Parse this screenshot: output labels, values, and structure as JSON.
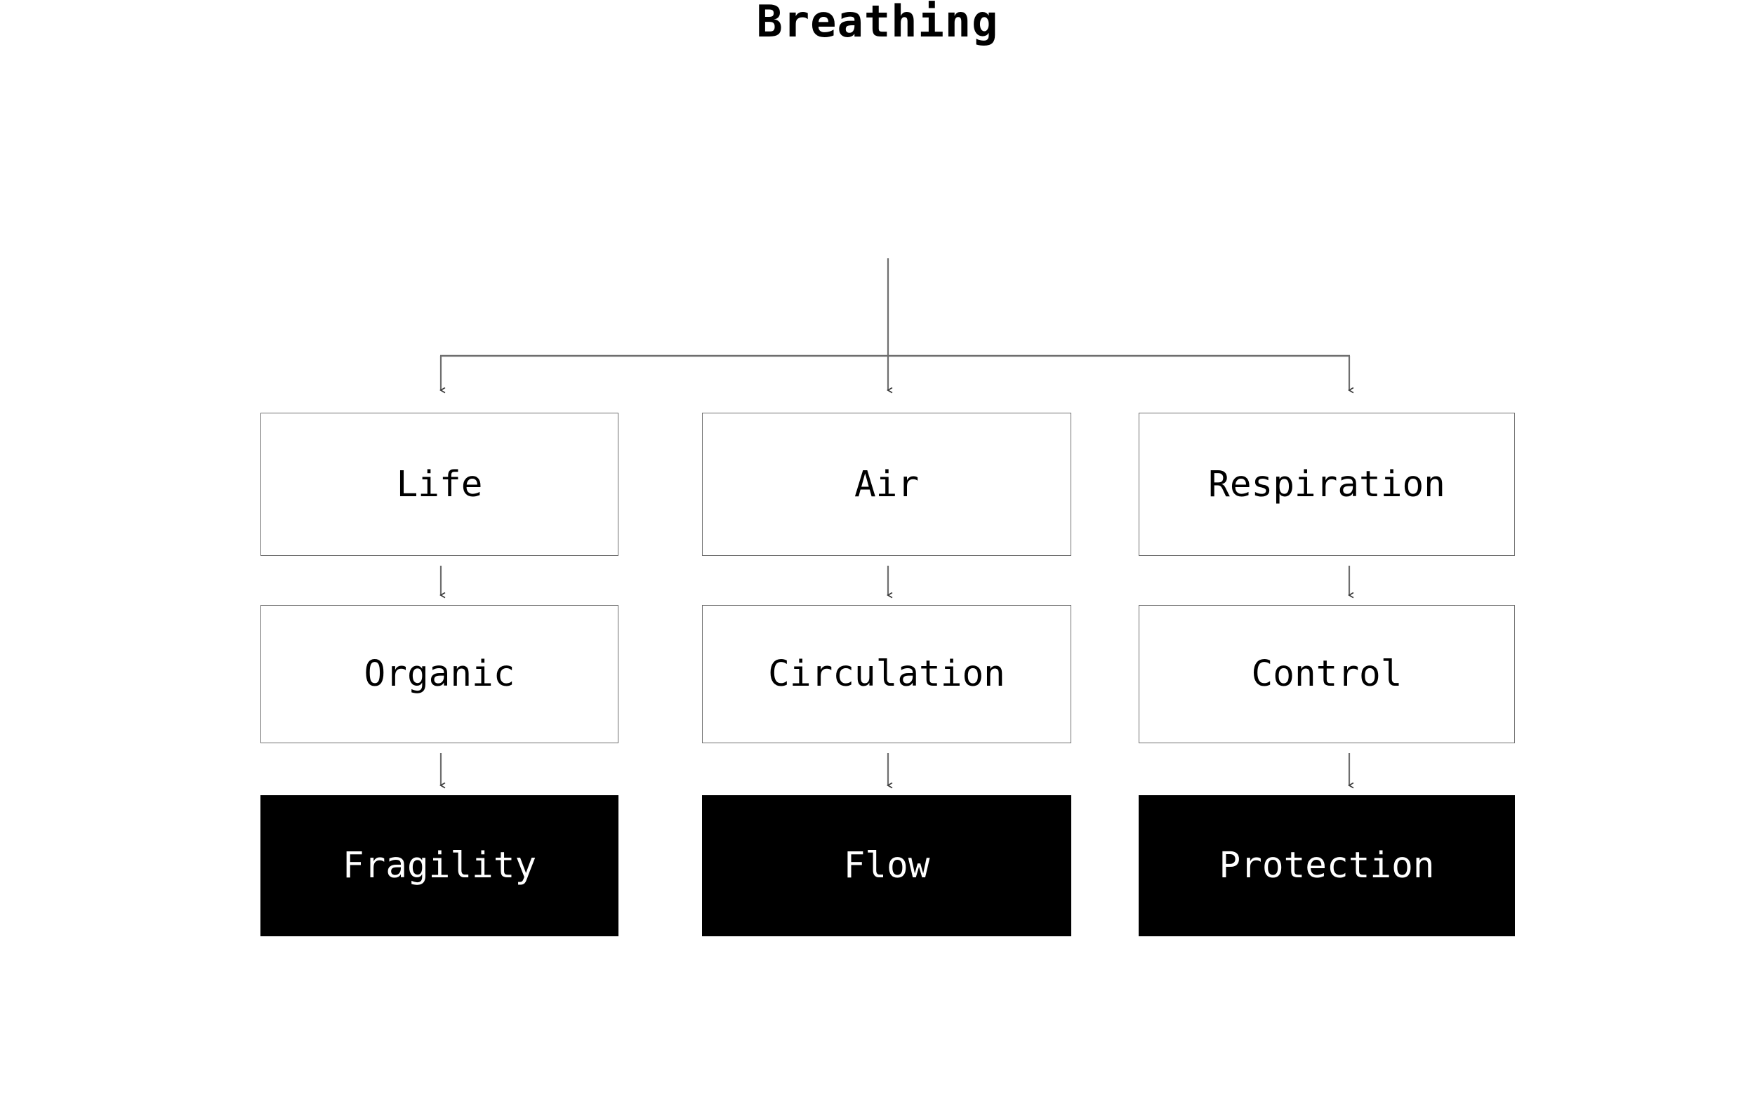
{
  "diagram": {
    "title": "Breathing",
    "background_color": "#ffffff",
    "line_color": "#6e6e6e",
    "box_border_color": "#6e6e6e",
    "highlight_fill": "#000000",
    "highlight_text_color": "#ffffff",
    "text_color": "#000000",
    "columns": [
      {
        "level_1": "Life",
        "level_2": "Organic",
        "level_3": "Fragility"
      },
      {
        "level_1": "Air",
        "level_2": "Circulation",
        "level_3": "Flow"
      },
      {
        "level_1": "Respiration",
        "level_2": "Control",
        "level_3": "Protection"
      }
    ]
  }
}
